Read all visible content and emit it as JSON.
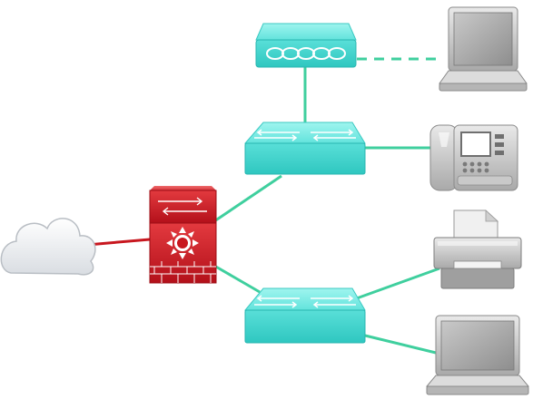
{
  "diagram": {
    "nodes": [
      {
        "id": "cloud",
        "icon": "cloud-icon"
      },
      {
        "id": "firewall",
        "icon": "firewall-router-icon"
      },
      {
        "id": "hub",
        "icon": "wireless-hub-icon"
      },
      {
        "id": "switch-top",
        "icon": "switch-icon"
      },
      {
        "id": "switch-bottom",
        "icon": "switch-icon"
      },
      {
        "id": "laptop-top",
        "icon": "laptop-icon"
      },
      {
        "id": "ip-phone",
        "icon": "ip-phone-icon"
      },
      {
        "id": "printer",
        "icon": "printer-icon"
      },
      {
        "id": "laptop-bottom",
        "icon": "laptop-icon"
      }
    ],
    "links": [
      {
        "from": "cloud",
        "to": "firewall",
        "style": "solid",
        "color": "#c8171f"
      },
      {
        "from": "firewall",
        "to": "switch-top",
        "style": "solid",
        "color": "#3fcf9e"
      },
      {
        "from": "firewall",
        "to": "switch-bottom",
        "style": "solid",
        "color": "#3fcf9e"
      },
      {
        "from": "hub",
        "to": "switch-top",
        "style": "solid",
        "color": "#3fcf9e"
      },
      {
        "from": "hub",
        "to": "laptop-top",
        "style": "dashed",
        "color": "#3fcf9e"
      },
      {
        "from": "switch-top",
        "to": "ip-phone",
        "style": "solid",
        "color": "#3fcf9e"
      },
      {
        "from": "switch-bottom",
        "to": "printer",
        "style": "solid",
        "color": "#3fcf9e"
      },
      {
        "from": "switch-bottom",
        "to": "laptop-bottom",
        "style": "solid",
        "color": "#3fcf9e"
      }
    ],
    "colors": {
      "accent": "#3fcf9e",
      "device_teal": "#5ee6df",
      "firewall_red": "#c8171f",
      "device_gray": "#b7b7b7"
    }
  }
}
